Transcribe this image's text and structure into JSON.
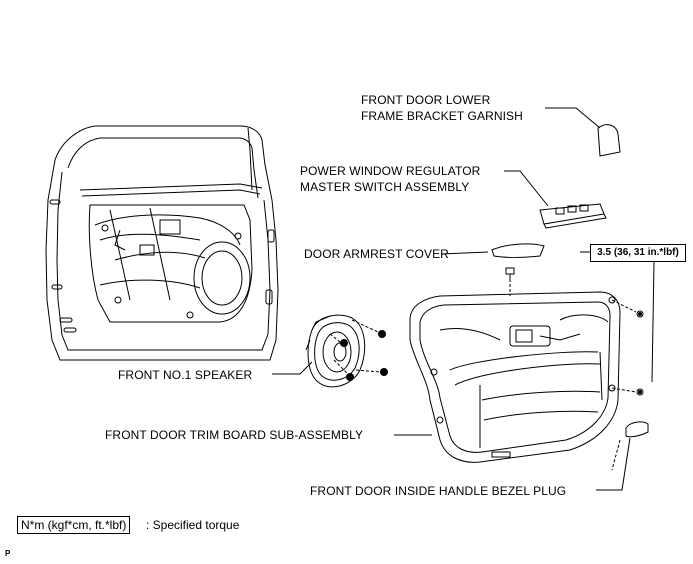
{
  "labels": {
    "lower_frame_garnish": [
      "FRONT DOOR LOWER",
      "FRAME BRACKET GARNISH"
    ],
    "master_switch": [
      "POWER WINDOW REGULATOR",
      "MASTER SWITCH ASSEMBLY"
    ],
    "armrest_cover": "DOOR ARMREST COVER",
    "speaker": "FRONT NO.1 SPEAKER",
    "trim_board": "FRONT DOOR TRIM BOARD SUB-ASSEMBLY",
    "handle_bezel_plug": "FRONT DOOR INSIDE HANDLE BEZEL PLUG"
  },
  "torque_spec": "3.5 (36, 31 in.*lbf)",
  "legend": {
    "unit_box": "N*m (kgf*cm, ft.*lbf)",
    "description": ": Specified torque"
  },
  "corner_mark": "P"
}
